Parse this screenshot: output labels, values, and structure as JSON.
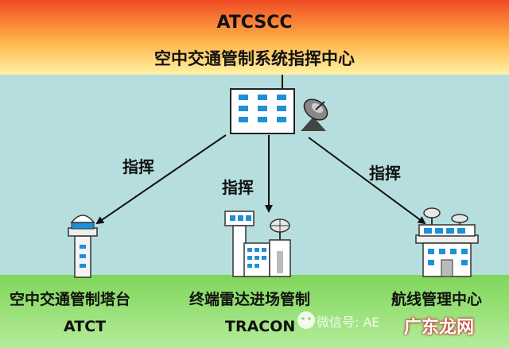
{
  "header": {
    "title": "ATCSCC",
    "subtitle": "空中交通管制系统指挥中心"
  },
  "commands": {
    "left": "指挥",
    "center": "指挥",
    "right": "指挥"
  },
  "nodes": [
    {
      "name": "空中交通管制塔台",
      "abbr": "ATCT"
    },
    {
      "name": "终端雷达进场管制",
      "abbr": "TRACON"
    },
    {
      "name": "航线管理中心",
      "abbr": ""
    }
  ],
  "watermark": {
    "text": "微信号: AE",
    "logo": "广东龙网"
  },
  "colors": {
    "header_top": "#f04b24",
    "header_bottom": "#fff3a6",
    "middle": "#b7dede",
    "bottom_band": "#8fd96e",
    "arrow": "#111111"
  }
}
